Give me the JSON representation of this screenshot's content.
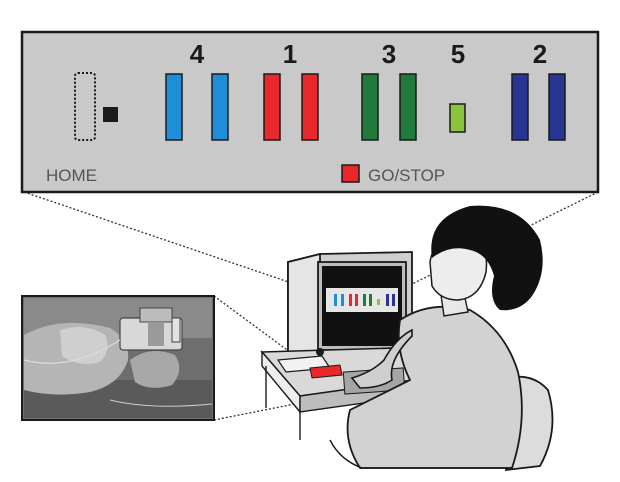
{
  "panel": {
    "home_label": "HOME",
    "go_stop_label": "GO/STOP",
    "target_numbers": [
      "4",
      "1",
      "3",
      "5",
      "2"
    ]
  },
  "colors": {
    "panel_bg": "#c9c9c9",
    "target_4": "#1e8ed8",
    "target_1": "#e8282b",
    "target_3": "#1f7a3c",
    "target_5": "#8ac43f",
    "target_2": "#283593",
    "go_stop": "#e8282b"
  },
  "icons": {
    "home_marker": "dotted-rectangle",
    "cursor": "black-square",
    "go_stop_indicator": "red-square"
  }
}
